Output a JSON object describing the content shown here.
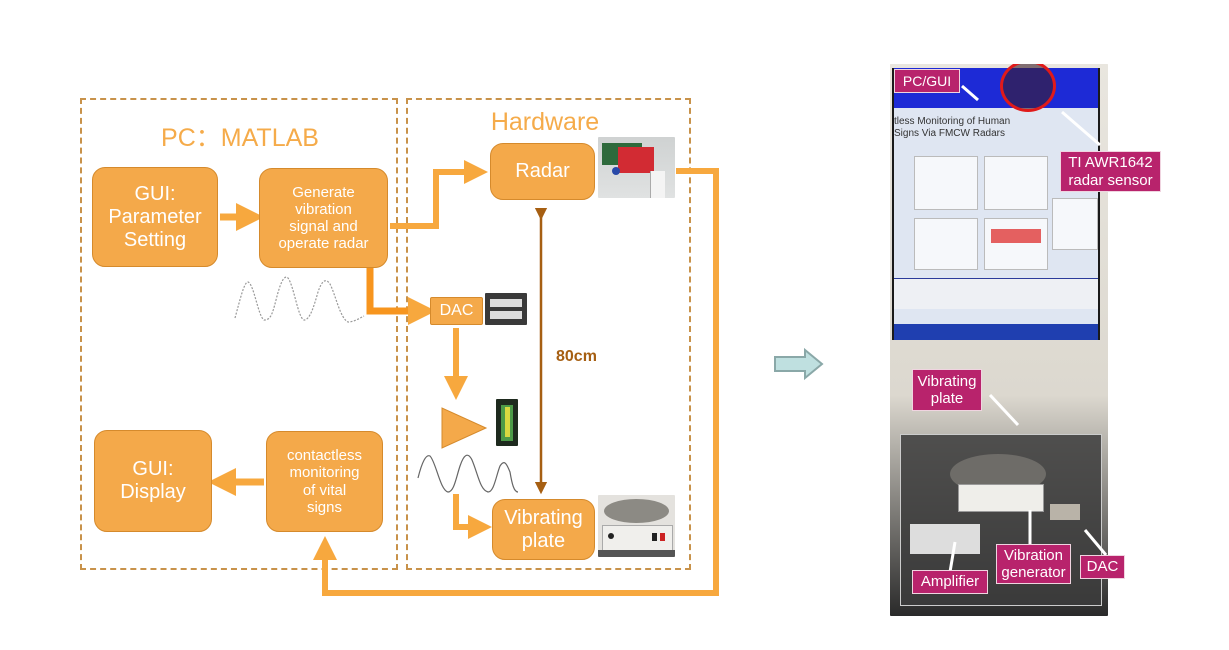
{
  "pc_panel": {
    "title": "PC：MATLAB",
    "blocks": {
      "gui_param": "GUI:\nParameter\nSetting",
      "generate": "Generate\nvibration\nsignal and\noperate radar",
      "gui_display": "GUI:\nDisplay",
      "monitoring": "contactless\nmonitoring\nof vital\nsigns"
    }
  },
  "hardware_panel": {
    "title": "Hardware",
    "blocks": {
      "radar": "Radar",
      "dac": "DAC",
      "vibrating_plate": "Vibrating\nplate"
    },
    "distance_label": "80cm"
  },
  "photo_panel": {
    "screen_title": "tless Monitoring of Human\nSigns Via FMCW Radars",
    "labels": {
      "pc_gui": "PC/GUI",
      "radar_sensor": "TI AWR1642\nradar sensor",
      "vibrating_plate": "Vibrating\nplate",
      "amplifier": "Amplifier",
      "vibration_generator": "Vibration\ngenerator",
      "dac": "DAC"
    }
  },
  "colors": {
    "block_fill": "#f4a94a",
    "arrow": "#f7a83e",
    "distance_arrow": "#a65f12",
    "dashed_border": "#c8924a",
    "label_fill": "#b8236c",
    "transition_arrow": "#bfe0e0"
  }
}
